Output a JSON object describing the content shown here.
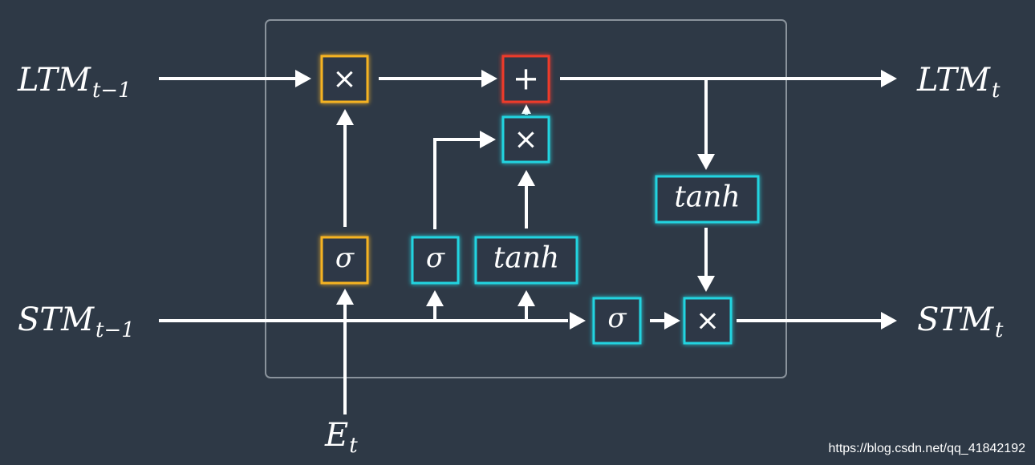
{
  "colors": {
    "background": "#2e3946",
    "forget": "#f5b323",
    "cyan": "#22d4e0",
    "add": "#ee3a2a",
    "wire": "#ffffff",
    "frame": "#8a939c"
  },
  "inputs": {
    "ltm_prev": {
      "main": "LTM",
      "sub": "t−1"
    },
    "stm_prev": {
      "main": "STM",
      "sub": "t−1"
    },
    "event": {
      "main": "E",
      "sub": "t"
    }
  },
  "outputs": {
    "ltm_next": {
      "main": "LTM",
      "sub": "t"
    },
    "stm_next": {
      "main": "STM",
      "sub": "t"
    }
  },
  "nodes": {
    "forget_multiply": {
      "symbol": "×",
      "color": "forget"
    },
    "forget_sigmoid": {
      "symbol": "σ",
      "color": "forget"
    },
    "add": {
      "symbol": "+",
      "color": "add"
    },
    "learn_multiply": {
      "symbol": "×",
      "color": "cyan"
    },
    "learn_sigmoid": {
      "symbol": "σ",
      "color": "cyan"
    },
    "learn_tanh": {
      "symbol": "tanh",
      "color": "cyan"
    },
    "use_tanh": {
      "symbol": "tanh",
      "color": "cyan"
    },
    "use_sigmoid": {
      "symbol": "σ",
      "color": "cyan"
    },
    "use_multiply": {
      "symbol": "×",
      "color": "cyan"
    }
  },
  "watermark": "https://blog.csdn.net/qq_41842192"
}
